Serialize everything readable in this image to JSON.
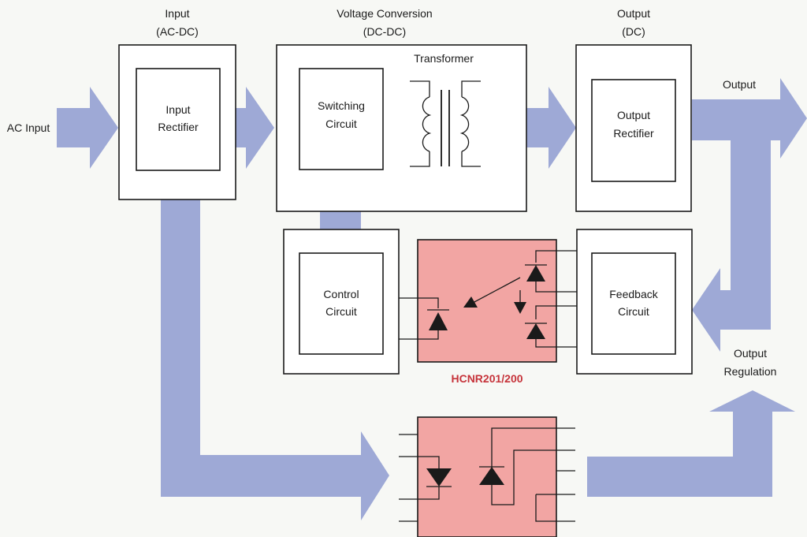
{
  "labels": {
    "input_title": "Input",
    "input_sub": "(AC-DC)",
    "vc_title": "Voltage Conversion",
    "vc_sub": "(DC-DC)",
    "output_title": "Output",
    "output_sub": "(DC)",
    "transformer": "Transformer",
    "ac_input": "AC Input",
    "input_rectifier_1": "Input",
    "input_rectifier_2": "Rectifier",
    "switching_1": "Switching",
    "switching_2": "Circuit",
    "output_rectifier_1": "Output",
    "output_rectifier_2": "Rectifier",
    "output_arrow": "Output",
    "control_1": "Control",
    "control_2": "Circuit",
    "feedback_1": "Feedback",
    "feedback_2": "Circuit",
    "optocoupler_part": "HCNR201/200",
    "output_regulation_1": "Output",
    "output_regulation_2": "Regulation"
  },
  "colors": {
    "arrow": "#9ea9d6",
    "optocoupler": "#f2a5a3",
    "part_label": "#c6333a",
    "line": "#1a1a1a"
  }
}
